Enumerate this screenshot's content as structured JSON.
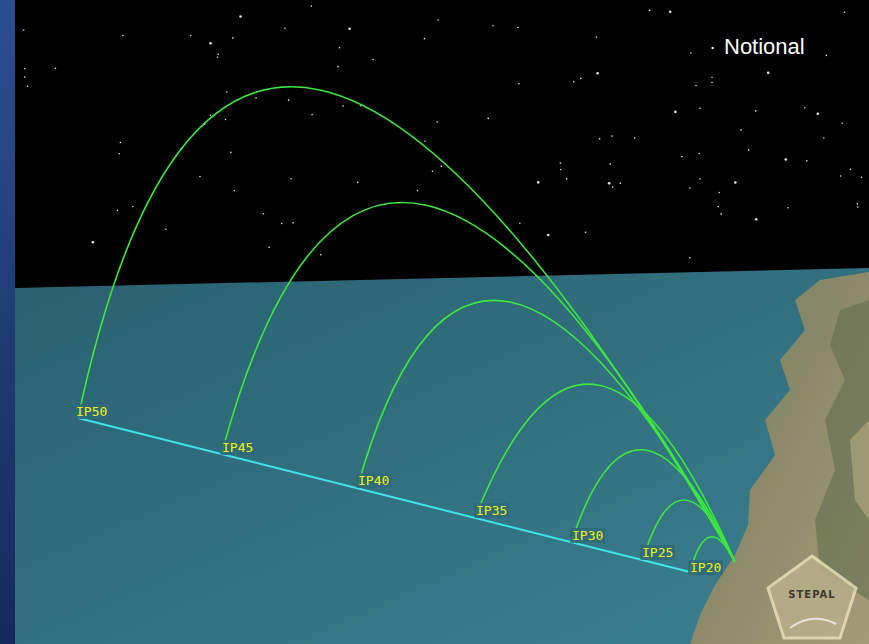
{
  "diagram": {
    "labels": [
      "Notional",
      "IP50",
      "IP45",
      "IP40",
      "IP35",
      "IP30",
      "IP25",
      "IP20",
      "STEPAL"
    ]
  }
}
